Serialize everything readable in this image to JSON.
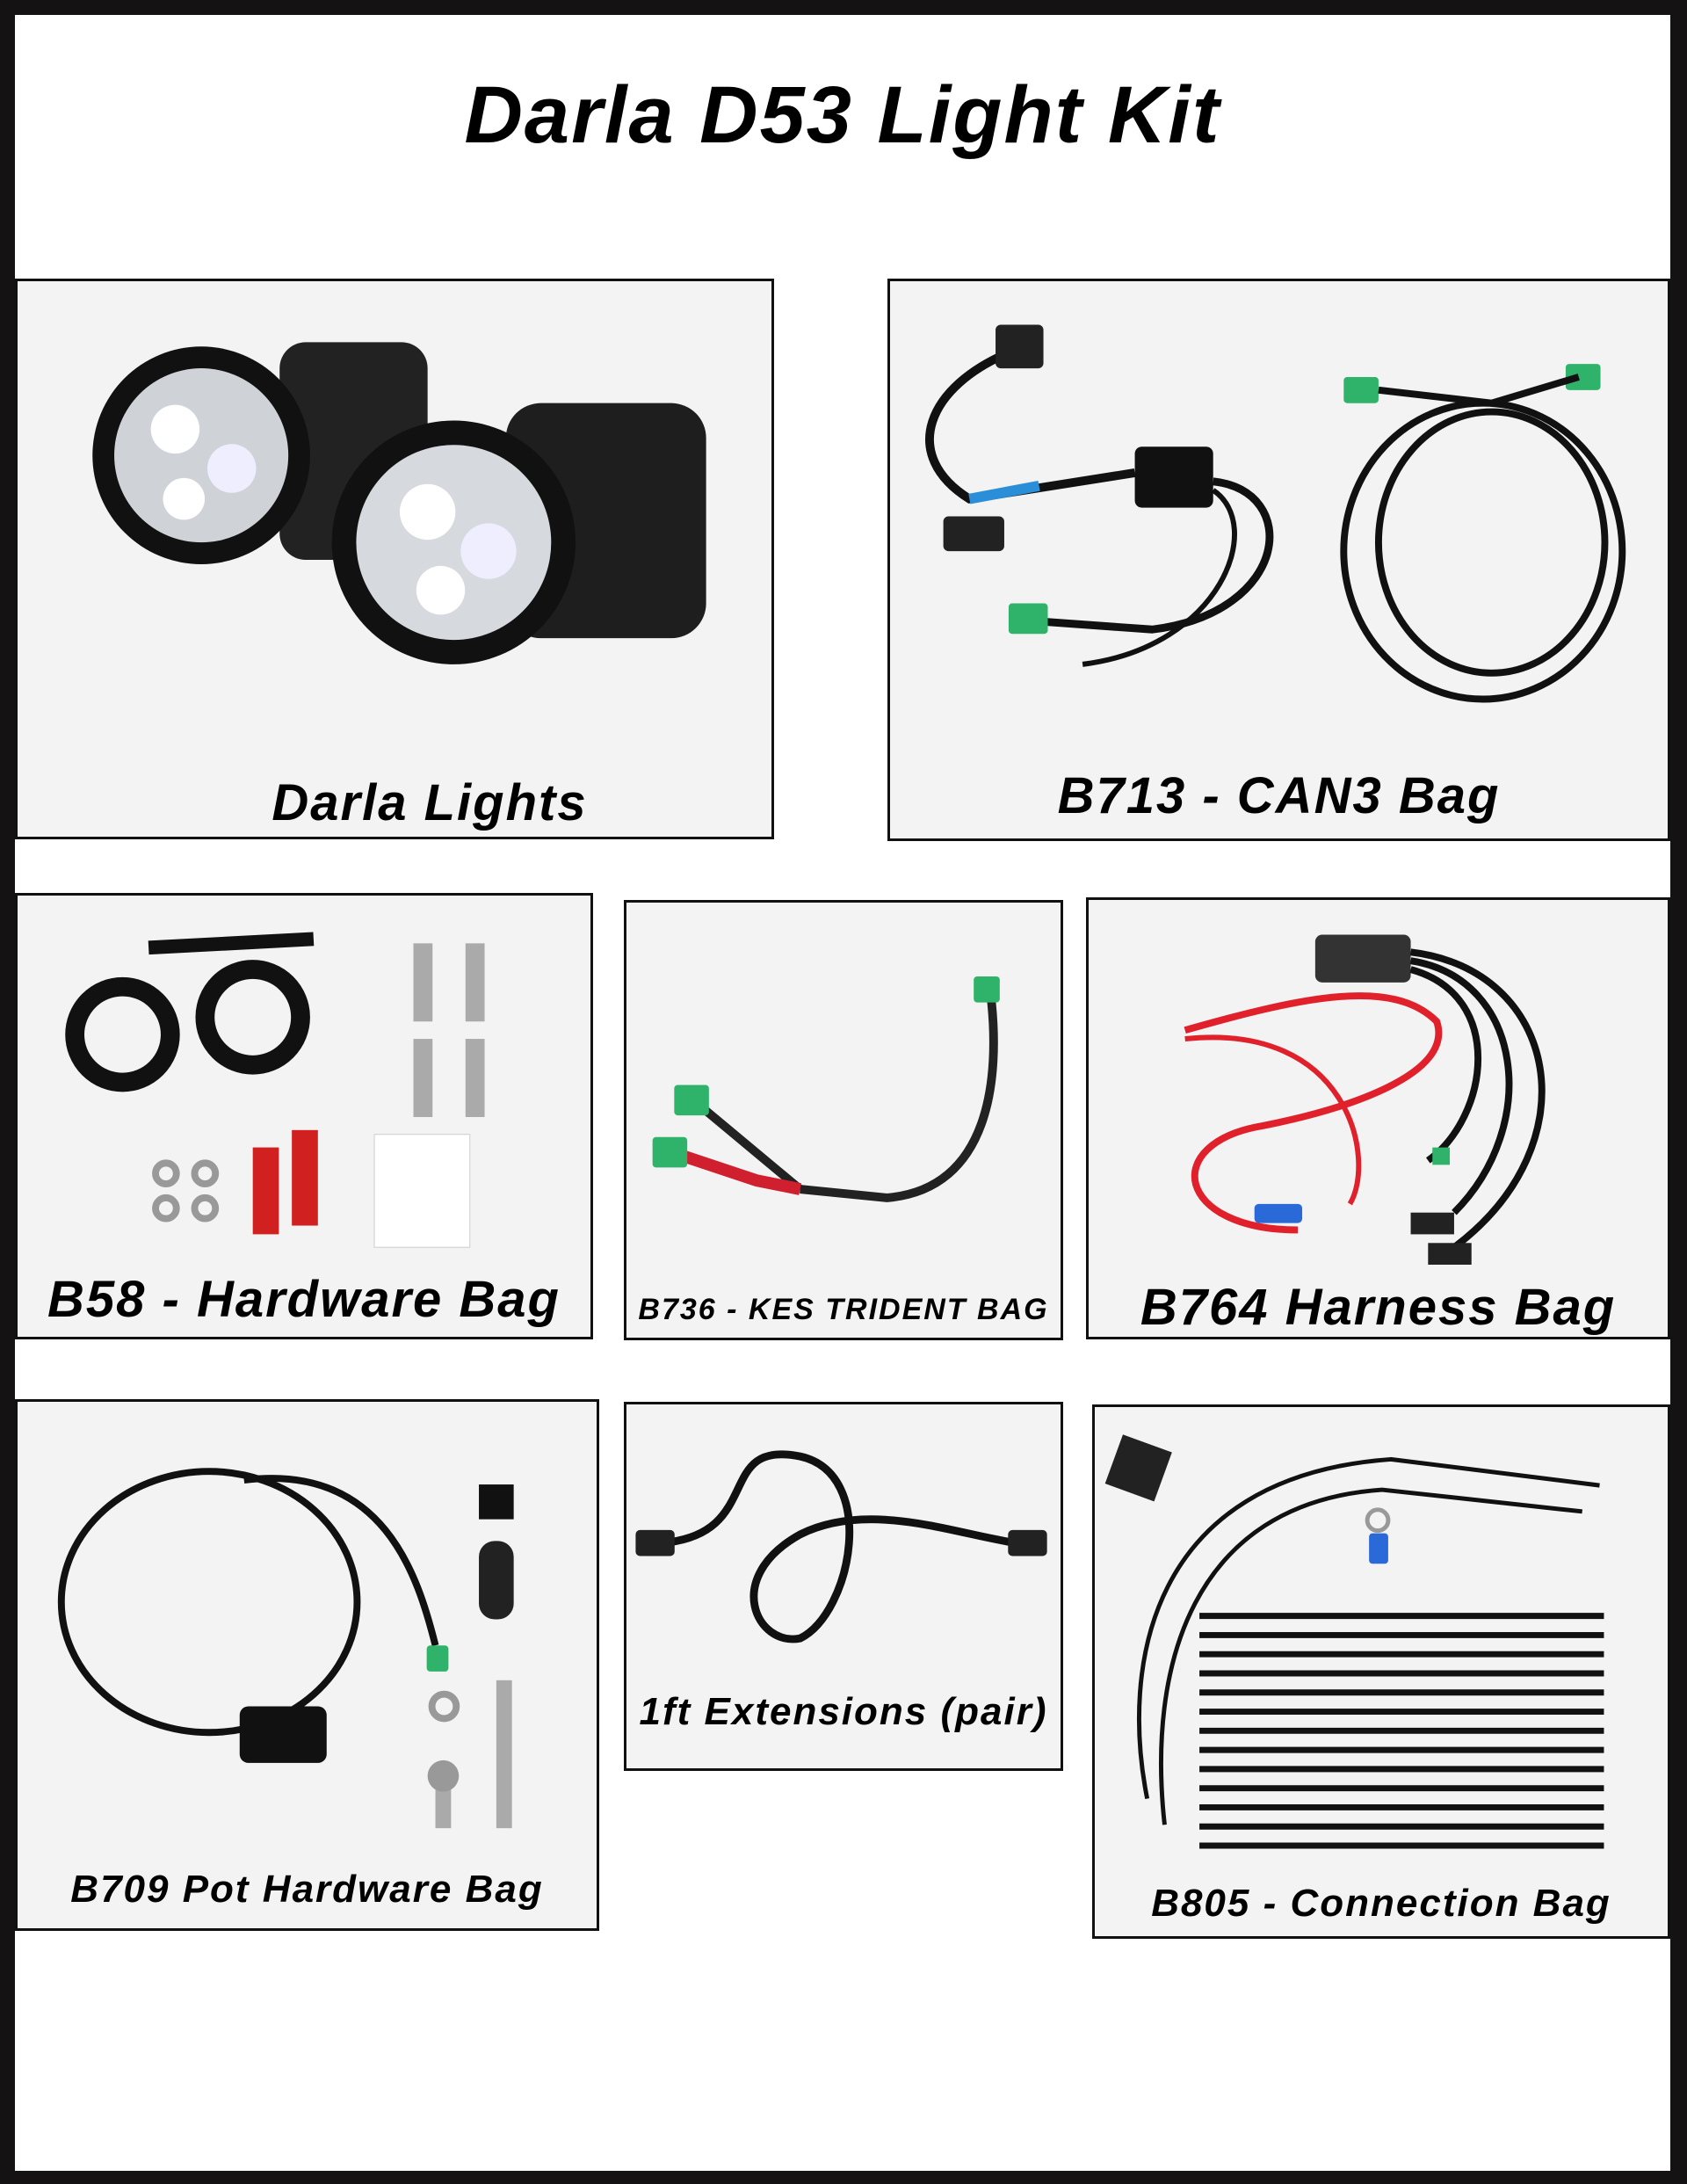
{
  "title": "Darla D53 Light Kit",
  "panels": {
    "darla_lights": {
      "label": "Darla Lights"
    },
    "b713": {
      "label": "B713 - CAN3 Bag"
    },
    "b58": {
      "label": "B58 - Hardware Bag"
    },
    "b736": {
      "label": "B736 - KES TRIDENT BAG"
    },
    "b764": {
      "label": "B764 Harness Bag"
    },
    "b709": {
      "label": "B709 Pot Hardware Bag"
    },
    "extensions": {
      "label": "1ft Extensions (pair)"
    },
    "b805": {
      "label": "B805 - Connection Bag"
    }
  },
  "colors": {
    "connector_green": "#2fb36a",
    "wire_red": "#e0202a",
    "wire_blue": "#2a8fd8",
    "panel_bg": "#f3f3f3"
  }
}
